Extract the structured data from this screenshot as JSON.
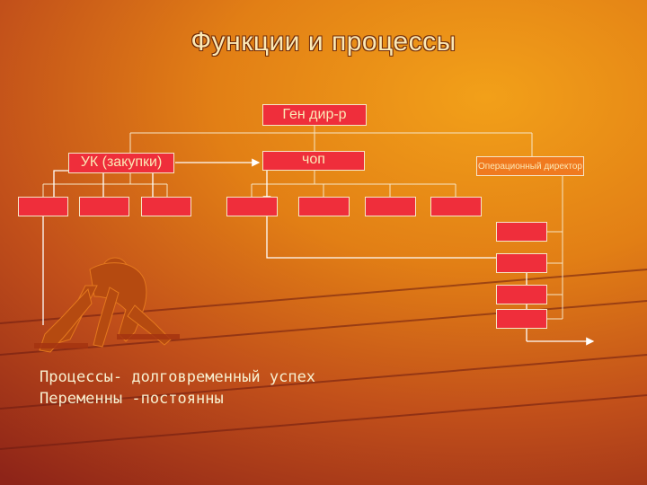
{
  "slide": {
    "title": "Функции и процессы",
    "org_chart": {
      "top": "Ген дир-р",
      "left_branch": "УК (закупки)",
      "middle_branch": "чоп",
      "right_branch": "Операционный директор"
    },
    "body_lines": [
      "Процессы-  долговременный успех",
      "Переменны  -постоянны"
    ]
  },
  "colors": {
    "box_fill": "#ef2e3b",
    "box_border": "#f6e6c7",
    "title_text": "#fbe9b6",
    "background_light": "#f2a019",
    "background_dark": "#8e2418"
  },
  "icons": [
    "runner-at-start-silhouette"
  ]
}
